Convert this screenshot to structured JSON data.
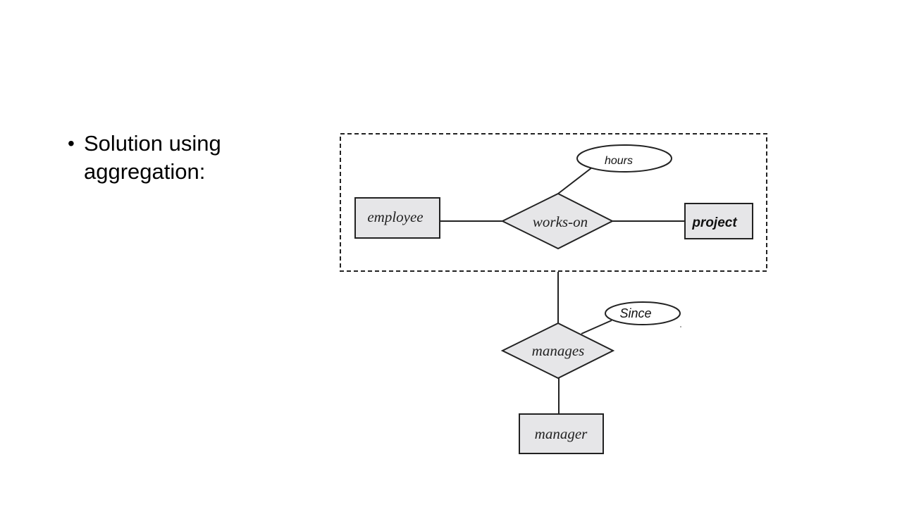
{
  "slide": {
    "bullet": "•",
    "text": "Solution using aggregation:"
  },
  "diagram": {
    "entities": {
      "employee": "employee",
      "project": "project",
      "manager": "manager"
    },
    "relationships": {
      "works_on": "works-on",
      "manages": "manages"
    },
    "attributes": {
      "hours": "hours",
      "since": "Since"
    },
    "colors": {
      "fill": "#e6e6e8",
      "stroke": "#222222"
    }
  }
}
